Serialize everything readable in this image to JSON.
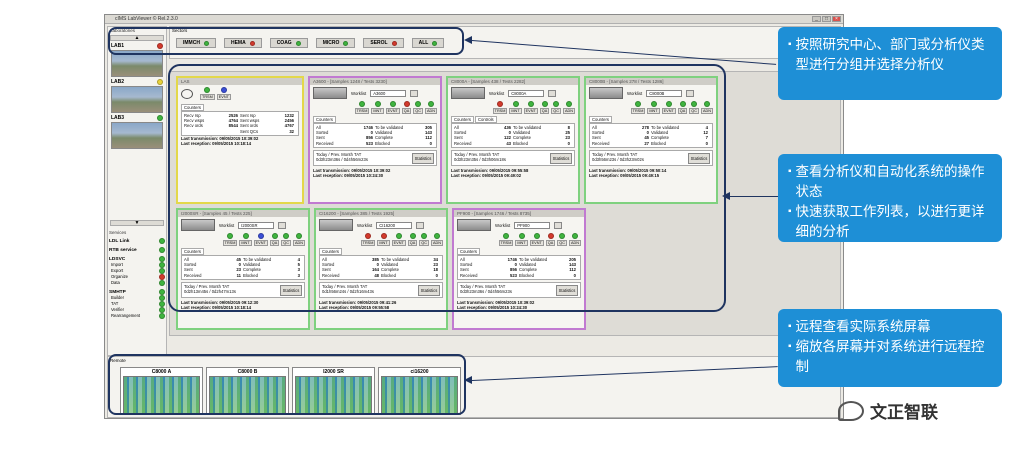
{
  "app": {
    "title": "cIMS LabViewer © Rel.2.3.0",
    "sectors_header": "Sectors",
    "laboratories_header": "Laboratories",
    "services_header": "Services",
    "remote_header": "Remote"
  },
  "sectors": [
    {
      "label": "IMMCH",
      "status": "green"
    },
    {
      "label": "HEMA",
      "status": "red"
    },
    {
      "label": "COAG",
      "status": "green"
    },
    {
      "label": "MICRO",
      "status": "green"
    },
    {
      "label": "SEROL",
      "status": "red"
    },
    {
      "label": "ALL",
      "status": "green"
    }
  ],
  "labs": [
    {
      "name": "LAB1",
      "status": "red"
    },
    {
      "name": "LAB2",
      "status": "yellow"
    },
    {
      "name": "LAB3",
      "status": "green"
    }
  ],
  "services": [
    {
      "name": "LDL Link",
      "status": "green",
      "subs": []
    },
    {
      "name": "RTB service",
      "status": "green",
      "subs": []
    },
    {
      "name": "LDSVC",
      "status": "green",
      "subs": [
        {
          "name": "Import",
          "status": "green"
        },
        {
          "name": "Export",
          "status": "green"
        },
        {
          "name": "Organize",
          "status": "red"
        },
        {
          "name": "Data",
          "status": "green"
        }
      ]
    },
    {
      "name": "SMHTP",
      "status": "green",
      "subs": [
        {
          "name": "Builder",
          "status": "green"
        },
        {
          "name": "TAT",
          "status": "green"
        },
        {
          "name": "Verifier",
          "status": "green"
        },
        {
          "name": "Rearrangement",
          "status": "green"
        }
      ]
    }
  ],
  "panels": [
    {
      "title": "LAS",
      "type": "las",
      "counters": [
        [
          "Recv rsp",
          "2526",
          "Sent rsp",
          "1232"
        ],
        [
          "Recv wsps",
          "4764",
          "Sent wsps",
          "2456"
        ],
        [
          "Recv ords",
          "8544",
          "Sent ords",
          "4767"
        ],
        [
          "",
          "",
          "Sent QCs",
          "32"
        ]
      ],
      "last_tx": "Last transmission: 09/05/2015 10:39:02",
      "last_rx": "Last reception: 09/05/2015 10:18:14"
    },
    {
      "title": "A3600 - [Samples 1248 / Tests 3230]",
      "worklist": "A3600",
      "counters": [
        [
          "All",
          "1746",
          "To be validated",
          "305"
        ],
        [
          "Sorted",
          "0",
          "Validated",
          "143"
        ],
        [
          "Sent",
          "856",
          "Complete",
          "112"
        ],
        [
          "Received",
          "523",
          "Blocked",
          "0"
        ]
      ],
      "tat_label": "Today / Prev. Month TAT",
      "tat_value": "0d3h23m36s / 0d4h56m23s",
      "last_tx": "Last transmission: 09/05/2015 10:39:02",
      "last_rx": "Last reception: 09/05/2015 10:24:30"
    },
    {
      "title": "C8000A - [Samples 438 / Tests 2282]",
      "worklist": "C8000A",
      "counters": [
        [
          "All",
          "436",
          "To be validated",
          "8"
        ],
        [
          "Sorted",
          "0",
          "Validated",
          "25"
        ],
        [
          "Sent",
          "122",
          "Complete",
          "23"
        ],
        [
          "Received",
          "43",
          "Blocked",
          "0"
        ]
      ],
      "tat_label": "Today / Prev. Month TAT",
      "tat_value": "0d3h23m35s / 0d3h06m18s",
      "last_tx": "Last transmission: 09/05/2015 09:55:58",
      "last_rx": "Last reception: 09/05/2015 09:49:02"
    },
    {
      "title": "C8000B - [Samples 278 / Tests 1286]",
      "worklist": "C8000B",
      "counters": [
        [
          "All",
          "278",
          "To be validated",
          "4"
        ],
        [
          "Sorted",
          "0",
          "Validated",
          "12"
        ],
        [
          "Sent",
          "45",
          "Complete",
          "7"
        ],
        [
          "Received",
          "27",
          "Blocked",
          "0"
        ]
      ],
      "tat_label": "Today / Prev. Month TAT",
      "tat_value": "0d3h56m23s / 0d3h23m02s",
      "last_tx": "Last transmission: 09/05/2015 09:50:14",
      "last_rx": "Last reception: 09/05/2015 09:49:15"
    },
    {
      "title": "I2000SR - [Samples 45 / Tests 225]",
      "worklist": "I2000SR",
      "counters": [
        [
          "All",
          "45",
          "To be validated",
          "4"
        ],
        [
          "Sorted",
          "0",
          "Validated",
          "5"
        ],
        [
          "Sent",
          "23",
          "Complete",
          "3"
        ],
        [
          "Received",
          "11",
          "Blocked",
          "3"
        ]
      ],
      "tat_label": "Today / Prev. Month TAT",
      "tat_value": "0d2h13m45s / 0d2h47m13s",
      "last_tx": "Last transmission: 09/05/2015 09:12:30",
      "last_rx": "Last reception: 09/05/2015 10:18:14"
    },
    {
      "title": "CI16200 - [Samples 385 / Tests 1925]",
      "worklist": "CI16200",
      "counters": [
        [
          "All",
          "385",
          "To be validated",
          "34"
        ],
        [
          "Sorted",
          "0",
          "Validated",
          "23"
        ],
        [
          "Sent",
          "164",
          "Complete",
          "18"
        ],
        [
          "Received",
          "48",
          "Blocked",
          "0"
        ]
      ],
      "tat_label": "Today / Prev. Month TAT",
      "tat_value": "0d1h56m24s / 0d2h16m43s",
      "last_tx": "Last transmission: 09/05/2015 09:41:26",
      "last_rx": "Last reception: 09/05/2015 09:55:58"
    },
    {
      "title": "PF900 - [Samples 1746 / Tests 8735]",
      "worklist": "PF900",
      "counters": [
        [
          "All",
          "1746",
          "To be validated",
          "205"
        ],
        [
          "Sorted",
          "0",
          "Validated",
          "143"
        ],
        [
          "Sent",
          "856",
          "Complete",
          "112"
        ],
        [
          "Received",
          "523",
          "Blocked",
          "0"
        ]
      ],
      "tat_label": "Today / Prev. Month TAT",
      "tat_value": "0d3h23m36s / 0d4h56m23s",
      "last_tx": "Last transmission: 09/05/2015 10:39:02",
      "last_rx": "Last reception: 09/05/2015 10:24:30"
    }
  ],
  "common": {
    "worklist_label": "Worklist",
    "counters_tab": "Counters",
    "controls_tab": "Controls",
    "statistics_btn": "Statistics",
    "status_tags": [
      "TRSM",
      "MNT",
      "EVNT",
      "QA",
      "QC",
      "ADN"
    ],
    "las_tags": [
      "TRSM",
      "EVNT"
    ]
  },
  "remote": [
    {
      "name": "C8000 A"
    },
    {
      "name": "C8000 B"
    },
    {
      "name": "I2000 SR"
    },
    {
      "name": "ci16200"
    }
  ],
  "callouts": [
    {
      "items": [
        "按照研究中心、部门或分析仪类型进行分组并选择分析仪"
      ]
    },
    {
      "items": [
        "查看分析仪和自动化系统的操作状态",
        "快速获取工作列表，以进行更详细的分析"
      ]
    },
    {
      "items": [
        "远程查看实际系统屏幕",
        "缩放各屏幕并对系统进行远程控制"
      ]
    }
  ],
  "watermark": "文正智联",
  "colors": {
    "accent": "#1e8fd6",
    "highlight": "#1f3460",
    "green": "#3fb43f",
    "red": "#d33a2c",
    "purple": "#c17ad1"
  }
}
